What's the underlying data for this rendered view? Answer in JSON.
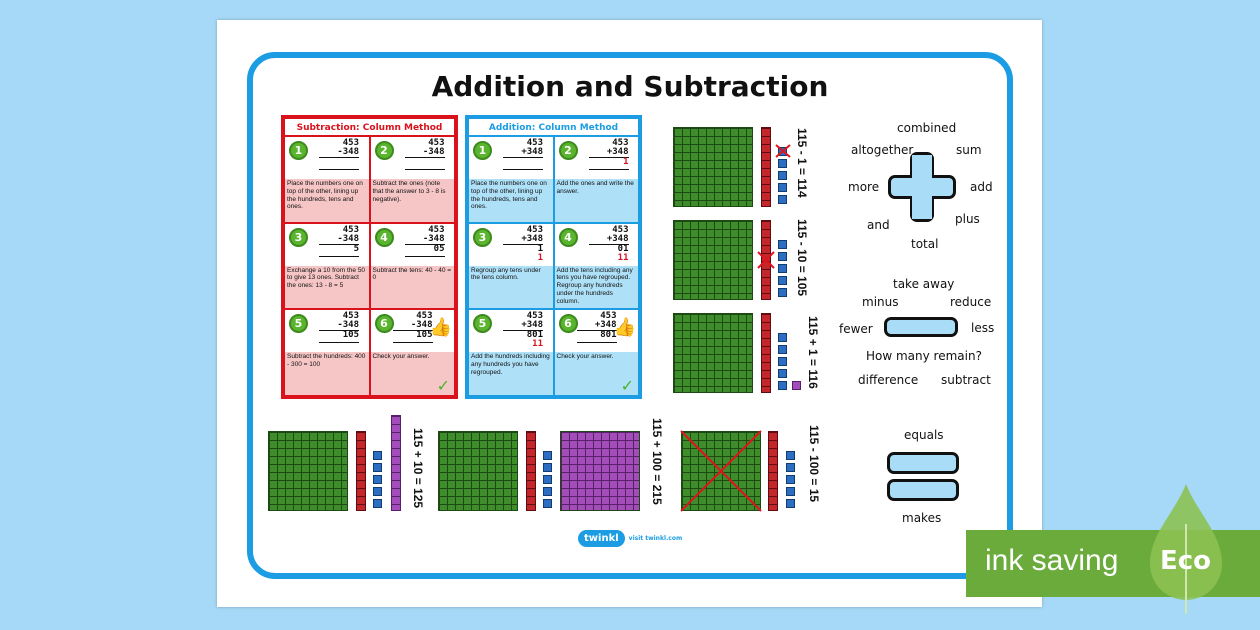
{
  "title": "Addition and Subtraction",
  "subtraction": {
    "heading": "Subtraction: Column Method",
    "steps": [
      {
        "n": "1",
        "top": "453",
        "op": "-348",
        "ans": "",
        "carry": "",
        "caption": "Place the numbers one on top of the other, lining up the hundreds, tens and ones."
      },
      {
        "n": "2",
        "top": "453",
        "op": "-348",
        "ans": "",
        "carry": "",
        "caption": "Subtract the ones (note that the answer to 3 - 8 is negative)."
      },
      {
        "n": "3",
        "top": "453",
        "op": "-348",
        "ans": "5",
        "carry": "",
        "caption": "Exchange a 10 from the 50 to give 13 ones. Subtract the ones: 13 - 8 = 5"
      },
      {
        "n": "4",
        "top": "453",
        "op": "-348",
        "ans": "05",
        "carry": "",
        "caption": "Subtract the tens: 40 - 40 = 0"
      },
      {
        "n": "5",
        "top": "453",
        "op": "-348",
        "ans": "105",
        "carry": "",
        "caption": "Subtract the hundreds: 400 - 300 = 100"
      },
      {
        "n": "6",
        "top": "453",
        "op": "-348",
        "ans": "105",
        "carry": "",
        "caption": "Check your answer."
      }
    ]
  },
  "addition": {
    "heading": "Addition: Column Method",
    "steps": [
      {
        "n": "1",
        "top": "453",
        "op": "+348",
        "ans": "",
        "carry": "",
        "caption": "Place the numbers one on top of the other, lining up the hundreds, tens and ones."
      },
      {
        "n": "2",
        "top": "453",
        "op": "+348",
        "ans": "1",
        "carry": "",
        "caption": "Add the ones and write the answer."
      },
      {
        "n": "3",
        "top": "453",
        "op": "+348",
        "ans": "1",
        "carry": "1",
        "caption": "Regroup any tens under the tens column."
      },
      {
        "n": "4",
        "top": "453",
        "op": "+348",
        "ans": "01",
        "carry": "11",
        "caption": "Add the tens including any tens you have regrouped. Regroup any hundreds under the hundreds column."
      },
      {
        "n": "5",
        "top": "453",
        "op": "+348",
        "ans": "801",
        "carry": "11",
        "caption": "Add the hundreds including any hundreds you have regrouped."
      },
      {
        "n": "6",
        "top": "453",
        "op": "+348",
        "ans": "801",
        "carry": "",
        "caption": "Check your answer."
      }
    ]
  },
  "equations": {
    "e1": "115 - 1 = 114",
    "e2": "115 - 10 = 105",
    "e3": "115 + 1 = 116",
    "e4": "115 + 10 = 125",
    "e5": "115 + 100 = 215",
    "e6": "115 - 100 = 15"
  },
  "vocab": {
    "plus": [
      "combined",
      "altogether",
      "sum",
      "more",
      "add",
      "and",
      "plus",
      "total"
    ],
    "minus": [
      "take away",
      "minus",
      "reduce",
      "fewer",
      "less",
      "How many remain?",
      "difference",
      "subtract"
    ],
    "equals": [
      "equals",
      "makes"
    ]
  },
  "branding": {
    "logo": "twinkl",
    "visit": "visit twinkl.com"
  },
  "badge": {
    "text": "ink saving",
    "eco": "Eco"
  },
  "colors": {
    "subtraction": "#d9121c",
    "addition": "#1c9de3",
    "frame": "#1c9de3",
    "badge": "#6aab3b"
  }
}
